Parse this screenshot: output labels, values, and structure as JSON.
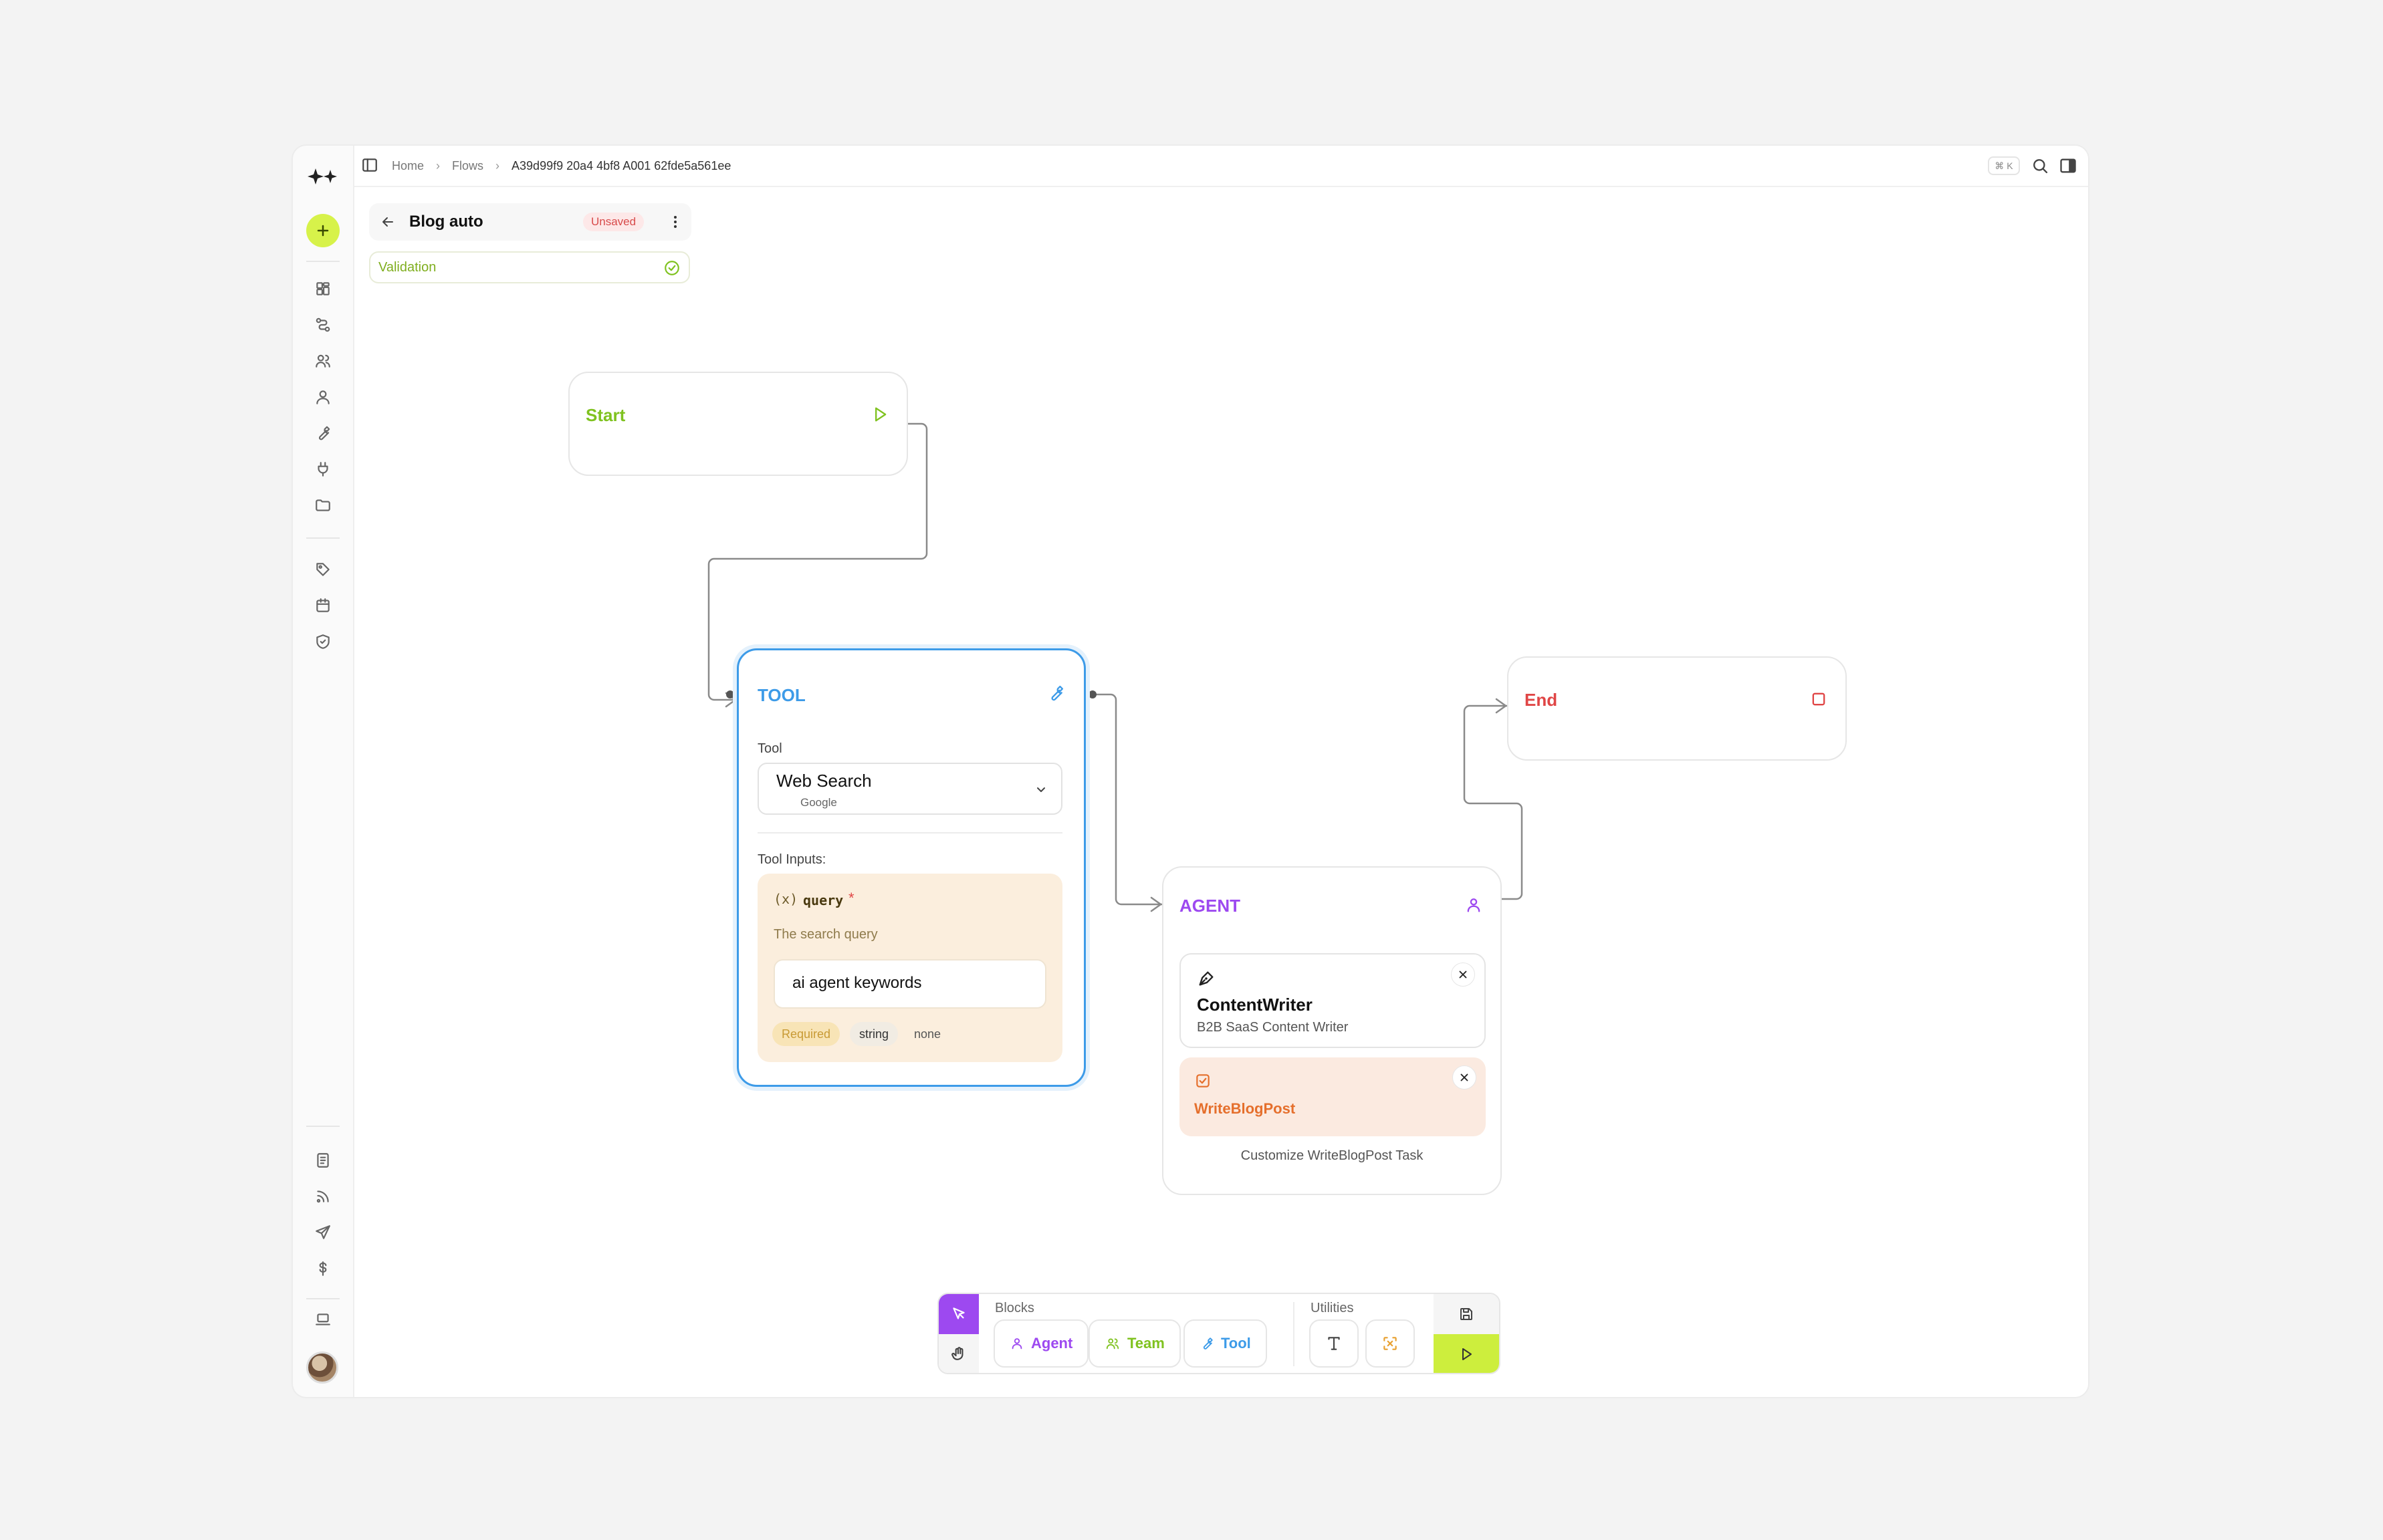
{
  "breadcrumb": {
    "items": [
      "Home",
      "Flows",
      "A39d99f9 20a4 4bf8 A001 62fde5a561ee"
    ]
  },
  "search": {
    "shortcut": "⌘ K"
  },
  "flow": {
    "title": "Blog auto",
    "status": "Unsaved",
    "validation_label": "Validation"
  },
  "nodes": {
    "start": {
      "title": "Start"
    },
    "end": {
      "title": "End"
    },
    "tool": {
      "title": "TOOL",
      "tool_label": "Tool",
      "tool_value": "Web Search",
      "tool_provider": "Google",
      "inputs_label": "Tool Inputs:",
      "input": {
        "icon": "(x)",
        "name": "query",
        "required_mark": "*",
        "description": "The search query",
        "value": "ai agent keywords",
        "tags": [
          "Required",
          "string",
          "none"
        ]
      }
    },
    "agent": {
      "title": "AGENT",
      "agent_name": "ContentWriter",
      "agent_role": "B2B SaaS Content Writer",
      "task_name": "WriteBlogPost",
      "customize_text": "Customize WriteBlogPost Task"
    }
  },
  "toolbar": {
    "blocks_label": "Blocks",
    "utilities_label": "Utilities",
    "blocks": [
      "Agent",
      "Team",
      "Tool"
    ]
  },
  "colors": {
    "accent_purple": "#9d49f0",
    "accent_lime": "#cdee3d",
    "tool_blue": "#3d9be8",
    "start_green": "#7fc21f",
    "end_red": "#e04646",
    "task_orange": "#e56f2c"
  }
}
